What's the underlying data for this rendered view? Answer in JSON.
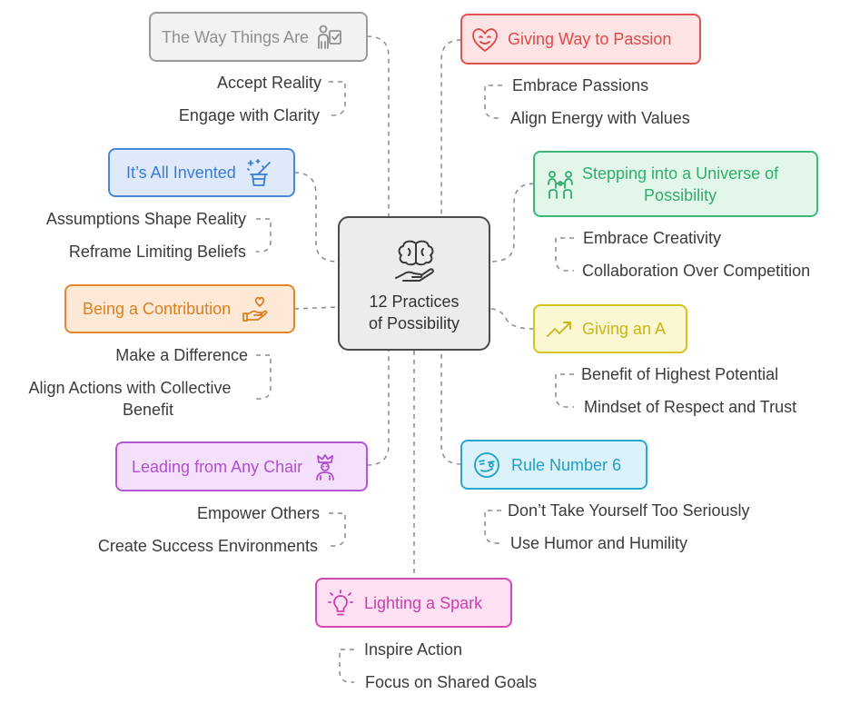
{
  "center": {
    "title_line1": "12 Practices",
    "title_line2": "of Possibility",
    "icon": "brain-hand-icon"
  },
  "branches": [
    {
      "id": "way-things-are",
      "title": "The Way Things Are",
      "icon": "person-checklist-icon",
      "color": "#9a9a9a",
      "fill": "#f2f2f2",
      "items": [
        "Accept Reality",
        "Engage with Clarity"
      ]
    },
    {
      "id": "all-invented",
      "title": "It’s All Invented",
      "icon": "magic-hat-icon",
      "color": "#4a86d8",
      "fill": "#deeafa",
      "items": [
        "Assumptions Shape Reality",
        "Reframe Limiting Beliefs"
      ]
    },
    {
      "id": "being-contribution",
      "title": "Being a Contribution",
      "icon": "hand-heart-icon",
      "color": "#e0862c",
      "fill": "#fde9d6",
      "items": [
        "Make a Difference",
        "Align Actions with Collective",
        "Benefit"
      ]
    },
    {
      "id": "leading-any-chair",
      "title": "Leading from Any Chair",
      "icon": "crowned-person-icon",
      "color": "#b457d4",
      "fill": "#f5e0fb",
      "items": [
        "Empower Others",
        "Create Success Environments"
      ]
    },
    {
      "id": "lighting-spark",
      "title": "Lighting a Spark",
      "icon": "lightbulb-icon",
      "color": "#d247b0",
      "fill": "#fde0f3",
      "items": [
        "Inspire Action",
        "Focus on Shared Goals"
      ]
    },
    {
      "id": "passion",
      "title": "Giving Way to Passion",
      "icon": "heart-face-icon",
      "color": "#e05252",
      "fill": "#fde3e3",
      "items": [
        "Embrace Passions",
        "Align Energy with Values"
      ]
    },
    {
      "id": "universe",
      "title_line1": "Stepping into a Universe of",
      "title_line2": "Possibility",
      "icon": "collaboration-icon",
      "color": "#3cb878",
      "fill": "#e2f7ea",
      "items": [
        "Embrace Creativity",
        "Collaboration Over Competition"
      ]
    },
    {
      "id": "giving-a",
      "title": "Giving an A",
      "icon": "trend-up-icon",
      "color": "#d4c21e",
      "fill": "#fbf7d2",
      "items": [
        "Benefit of Highest Potential",
        "Mindset of Respect and Trust"
      ]
    },
    {
      "id": "rule-6",
      "title": "Rule Number 6",
      "icon": "smirk-face-icon",
      "color": "#26a9cc",
      "fill": "#dcf2fa",
      "items": [
        "Don’t Take Yourself Too Seriously",
        "Use Humor and Humility"
      ]
    }
  ]
}
